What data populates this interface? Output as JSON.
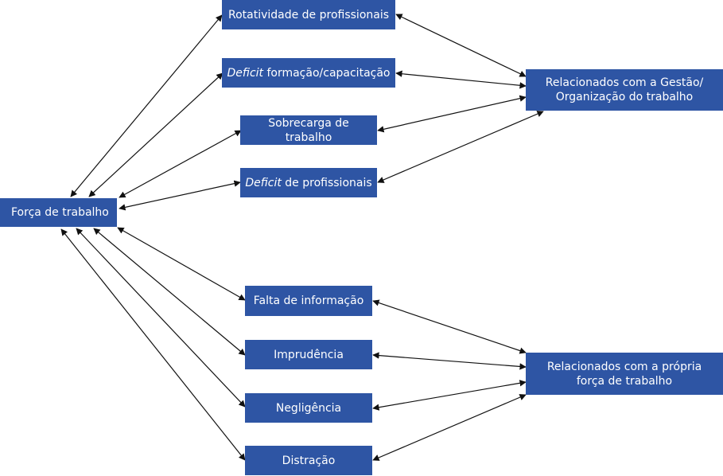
{
  "colors": {
    "box_fill": "#2E55A4",
    "box_text": "#FFFFFF",
    "arrow": "#111111",
    "background": "#FFFFFF"
  },
  "source_node": {
    "label": "Força de trabalho"
  },
  "factors": [
    {
      "id": "rotatividade",
      "label": "Rotatividade de profissionais"
    },
    {
      "id": "deficit-formacao",
      "italic": "Deficit",
      "label": " formação/capacitação"
    },
    {
      "id": "sobrecarga",
      "label": "Sobrecarga de trabalho"
    },
    {
      "id": "deficit-profissionais",
      "italic": "Deficit",
      "label": " de profissionais"
    },
    {
      "id": "falta-informacao",
      "label": "Falta de informação"
    },
    {
      "id": "imprudencia",
      "label": "Imprudência"
    },
    {
      "id": "negligencia",
      "label": "Negligência"
    },
    {
      "id": "distracao",
      "label": "Distração"
    }
  ],
  "groups": [
    {
      "id": "gestao",
      "label_line1": "Relacionados com a Gestão/",
      "label_line2": "Organização do trabalho"
    },
    {
      "id": "propria",
      "label_line1": "Relacionados com a própria",
      "label_line2": "força de trabalho"
    }
  ]
}
